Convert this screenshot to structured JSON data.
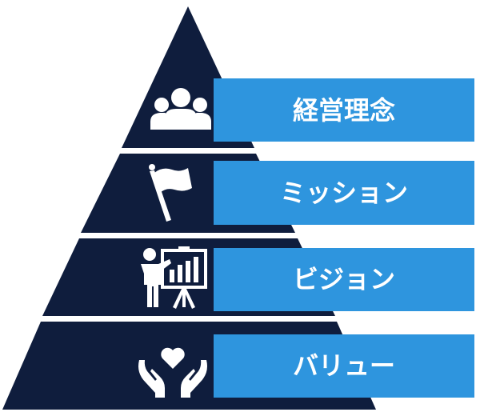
{
  "pyramid": {
    "colors": {
      "pyramid": "#0f1d3d",
      "label_bar": "#2e95de",
      "icon": "#ffffff",
      "background": "#ffffff"
    },
    "levels": [
      {
        "label": "経営理念",
        "icon": "people-group-icon"
      },
      {
        "label": "ミッション",
        "icon": "flag-icon"
      },
      {
        "label": "ビジョン",
        "icon": "presentation-chart-icon"
      },
      {
        "label": "バリュー",
        "icon": "heart-in-hands-icon"
      }
    ]
  }
}
